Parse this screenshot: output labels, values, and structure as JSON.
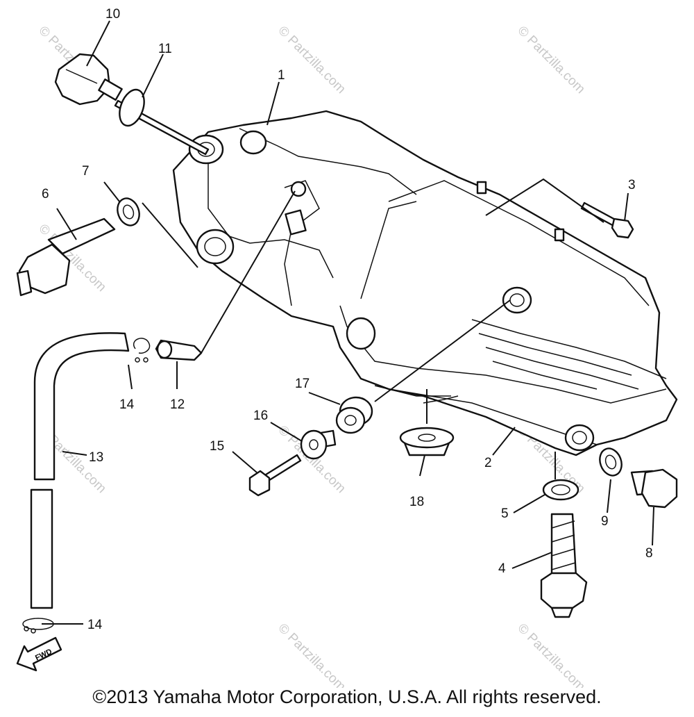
{
  "diagram": {
    "callouts": [
      {
        "id": "1",
        "label": "1"
      },
      {
        "id": "2",
        "label": "2"
      },
      {
        "id": "3",
        "label": "3"
      },
      {
        "id": "4",
        "label": "4"
      },
      {
        "id": "5",
        "label": "5"
      },
      {
        "id": "6",
        "label": "6"
      },
      {
        "id": "7",
        "label": "7"
      },
      {
        "id": "8",
        "label": "8"
      },
      {
        "id": "9",
        "label": "9"
      },
      {
        "id": "10",
        "label": "10"
      },
      {
        "id": "11",
        "label": "11"
      },
      {
        "id": "12",
        "label": "12"
      },
      {
        "id": "13",
        "label": "13"
      },
      {
        "id": "14a",
        "label": "14"
      },
      {
        "id": "14b",
        "label": "14"
      },
      {
        "id": "15",
        "label": "15"
      },
      {
        "id": "16",
        "label": "16"
      },
      {
        "id": "17",
        "label": "17"
      },
      {
        "id": "18",
        "label": "18"
      }
    ],
    "fwd_label": "FWD",
    "watermark": "© Partzilla.com"
  },
  "footer": {
    "copyright": "©2013 Yamaha Motor Corporation, U.S.A. All rights reserved."
  }
}
